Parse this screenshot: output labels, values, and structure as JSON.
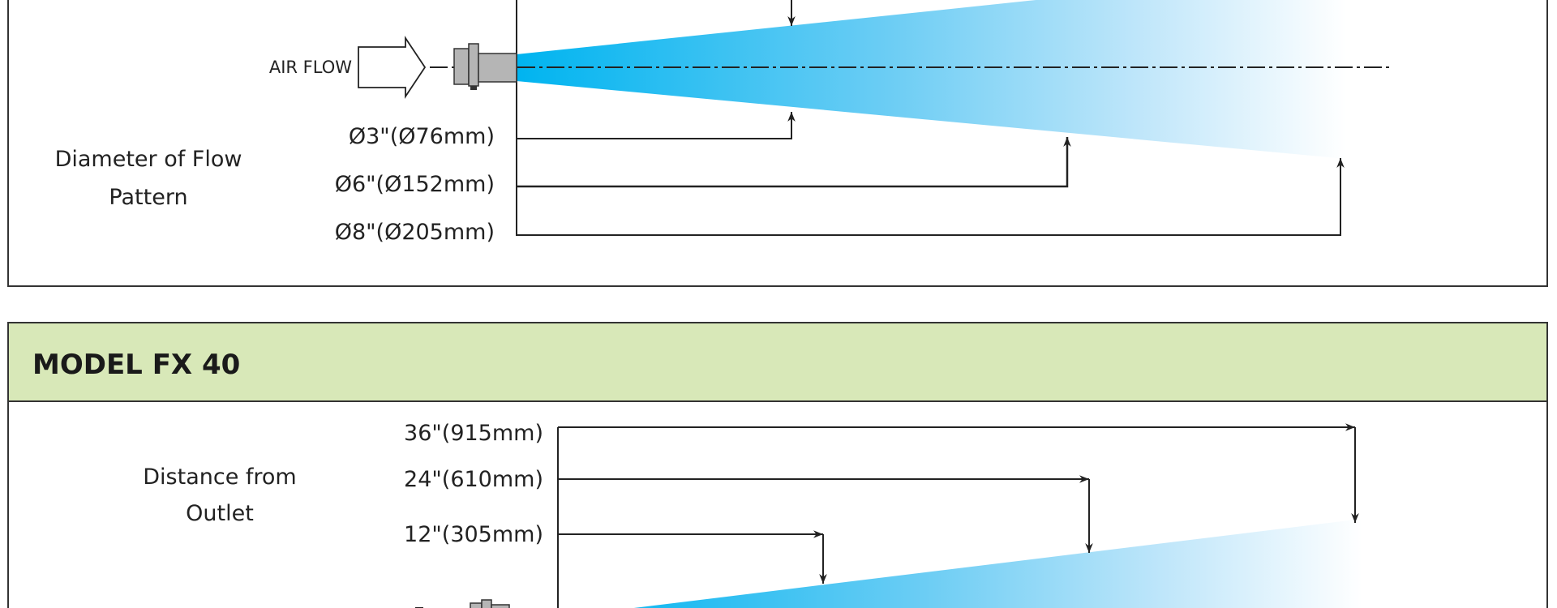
{
  "top_panel": {
    "airflow_label": "AIR FLOW",
    "side_label_line1": "Diameter of Flow",
    "side_label_line2": "Pattern",
    "dimensions": [
      "Ø3\"(Ø76mm)",
      "Ø6\"(Ø152mm)",
      "Ø8\"(Ø205mm)"
    ]
  },
  "bottom_panel": {
    "title": "MODEL FX 40",
    "side_label_line1": "Distance from",
    "side_label_line2": "Outlet",
    "dimensions": [
      "36\"(915mm)",
      "24\"(610mm)",
      "12\"(305mm)"
    ]
  },
  "colors": {
    "header_bg": "#d8e8b8",
    "flow_blue": "#00b4f0",
    "line": "#222222"
  }
}
